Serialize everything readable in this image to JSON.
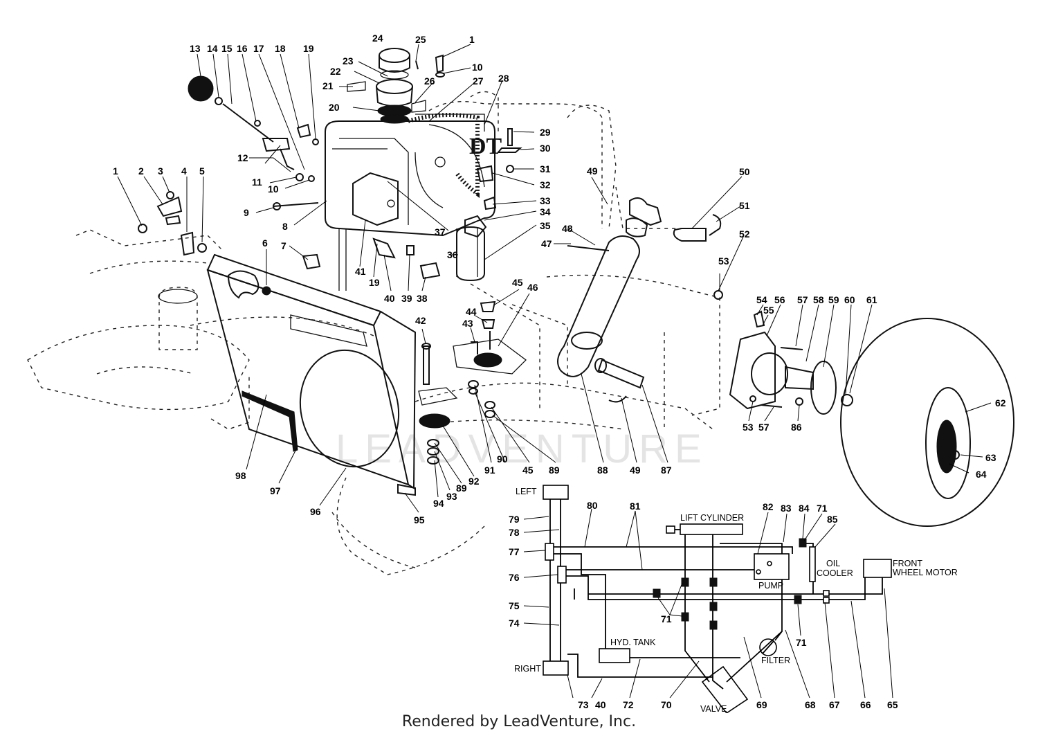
{
  "watermark": "LEADVENTURE",
  "footer": "Rendered by LeadVenture, Inc.",
  "schematic": {
    "left": "LEFT",
    "right": "RIGHT",
    "lift_cylinder": "LIFT CYLINDER",
    "pump": "PUMP",
    "oil_cooler_line1": "OIL",
    "oil_cooler_line2": "COOLER",
    "front_wheel_motor_line1": "FRONT",
    "front_wheel_motor_line2": "WHEEL MOTOR",
    "hyd_tank": "HYD. TANK",
    "filter": "FILTER",
    "valve": "VALVE"
  },
  "callouts": [
    "13",
    "14",
    "15",
    "16",
    "17",
    "18",
    "19",
    "24",
    "25",
    "1",
    "10",
    "23",
    "22",
    "21",
    "26",
    "27",
    "28",
    "20",
    "29",
    "30",
    "31",
    "32",
    "12",
    "11",
    "10",
    "49",
    "50",
    "51",
    "1",
    "2",
    "3",
    "4",
    "5",
    "9",
    "8",
    "33",
    "34",
    "35",
    "37",
    "48",
    "47",
    "52",
    "7",
    "6",
    "41",
    "19",
    "40",
    "39",
    "38",
    "36",
    "53",
    "45",
    "46",
    "44",
    "43",
    "42",
    "54",
    "55",
    "56",
    "57",
    "58",
    "59",
    "60",
    "61",
    "62",
    "63",
    "64",
    "86",
    "57",
    "53",
    "87",
    "49",
    "88",
    "89",
    "45",
    "90",
    "91",
    "92",
    "89",
    "93",
    "94",
    "95",
    "96",
    "97",
    "98",
    "79",
    "78",
    "77",
    "76",
    "75",
    "74",
    "80",
    "81",
    "82",
    "83",
    "84",
    "71",
    "85",
    "71",
    "71",
    "73",
    "40",
    "72",
    "70",
    "69",
    "68",
    "67",
    "66",
    "65"
  ]
}
